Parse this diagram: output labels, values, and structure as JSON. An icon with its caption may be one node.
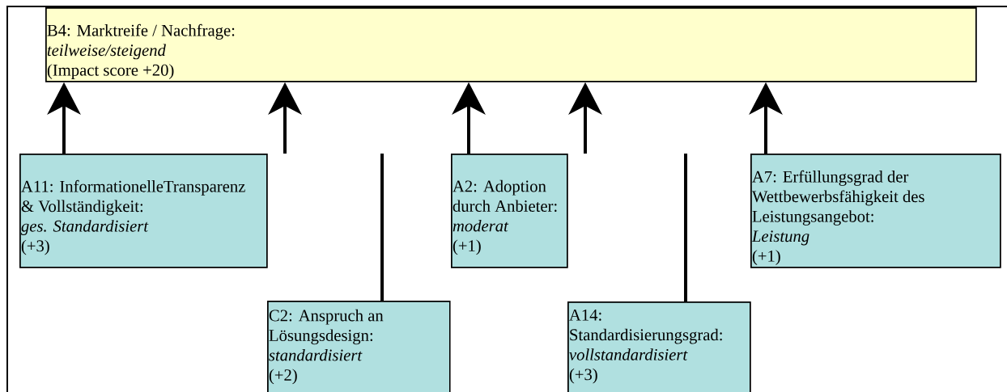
{
  "diagram": {
    "nodes": [
      {
        "text": [
          "B4: Marktreife / Nachfrage:",
          "teilweise/steigend",
          "(Impact score +20)"
        ]
      },
      {
        "text": [
          "A11: InformationelleTransparenz & Vollständigkeit:",
          "ges. Standardisiert",
          "(+3)"
        ]
      },
      {
        "text": [
          "A2: Adoption durch Anbieter:",
          "moderat",
          "(+1)"
        ]
      },
      {
        "text": [
          "A7: Erfüllungsgrad der Wettbewerbsfähigkeit des Leistungsangebot:",
          "Leistung",
          "(+1)"
        ]
      },
      {
        "text": [
          "C2: Anspruch an Lösungsdesign:",
          "standardisiert",
          "(+2)"
        ]
      },
      {
        "text": [
          "A14: Standardisierungsgrad:",
          "vollstandardisiert",
          "(+3)"
        ]
      }
    ],
    "edges": [
      {
        "from": 1,
        "to": 0,
        "arrow": "to"
      },
      {
        "from": null,
        "to": 0,
        "arrow": "to"
      },
      {
        "from": 2,
        "to": 0,
        "arrow": "to"
      },
      {
        "from": null,
        "to": 0,
        "arrow": "to"
      },
      {
        "from": 3,
        "to": 0,
        "arrow": "to"
      },
      {
        "from": 4,
        "to": null,
        "arrow": "none"
      },
      {
        "from": 5,
        "to": null,
        "arrow": "none"
      }
    ]
  }
}
